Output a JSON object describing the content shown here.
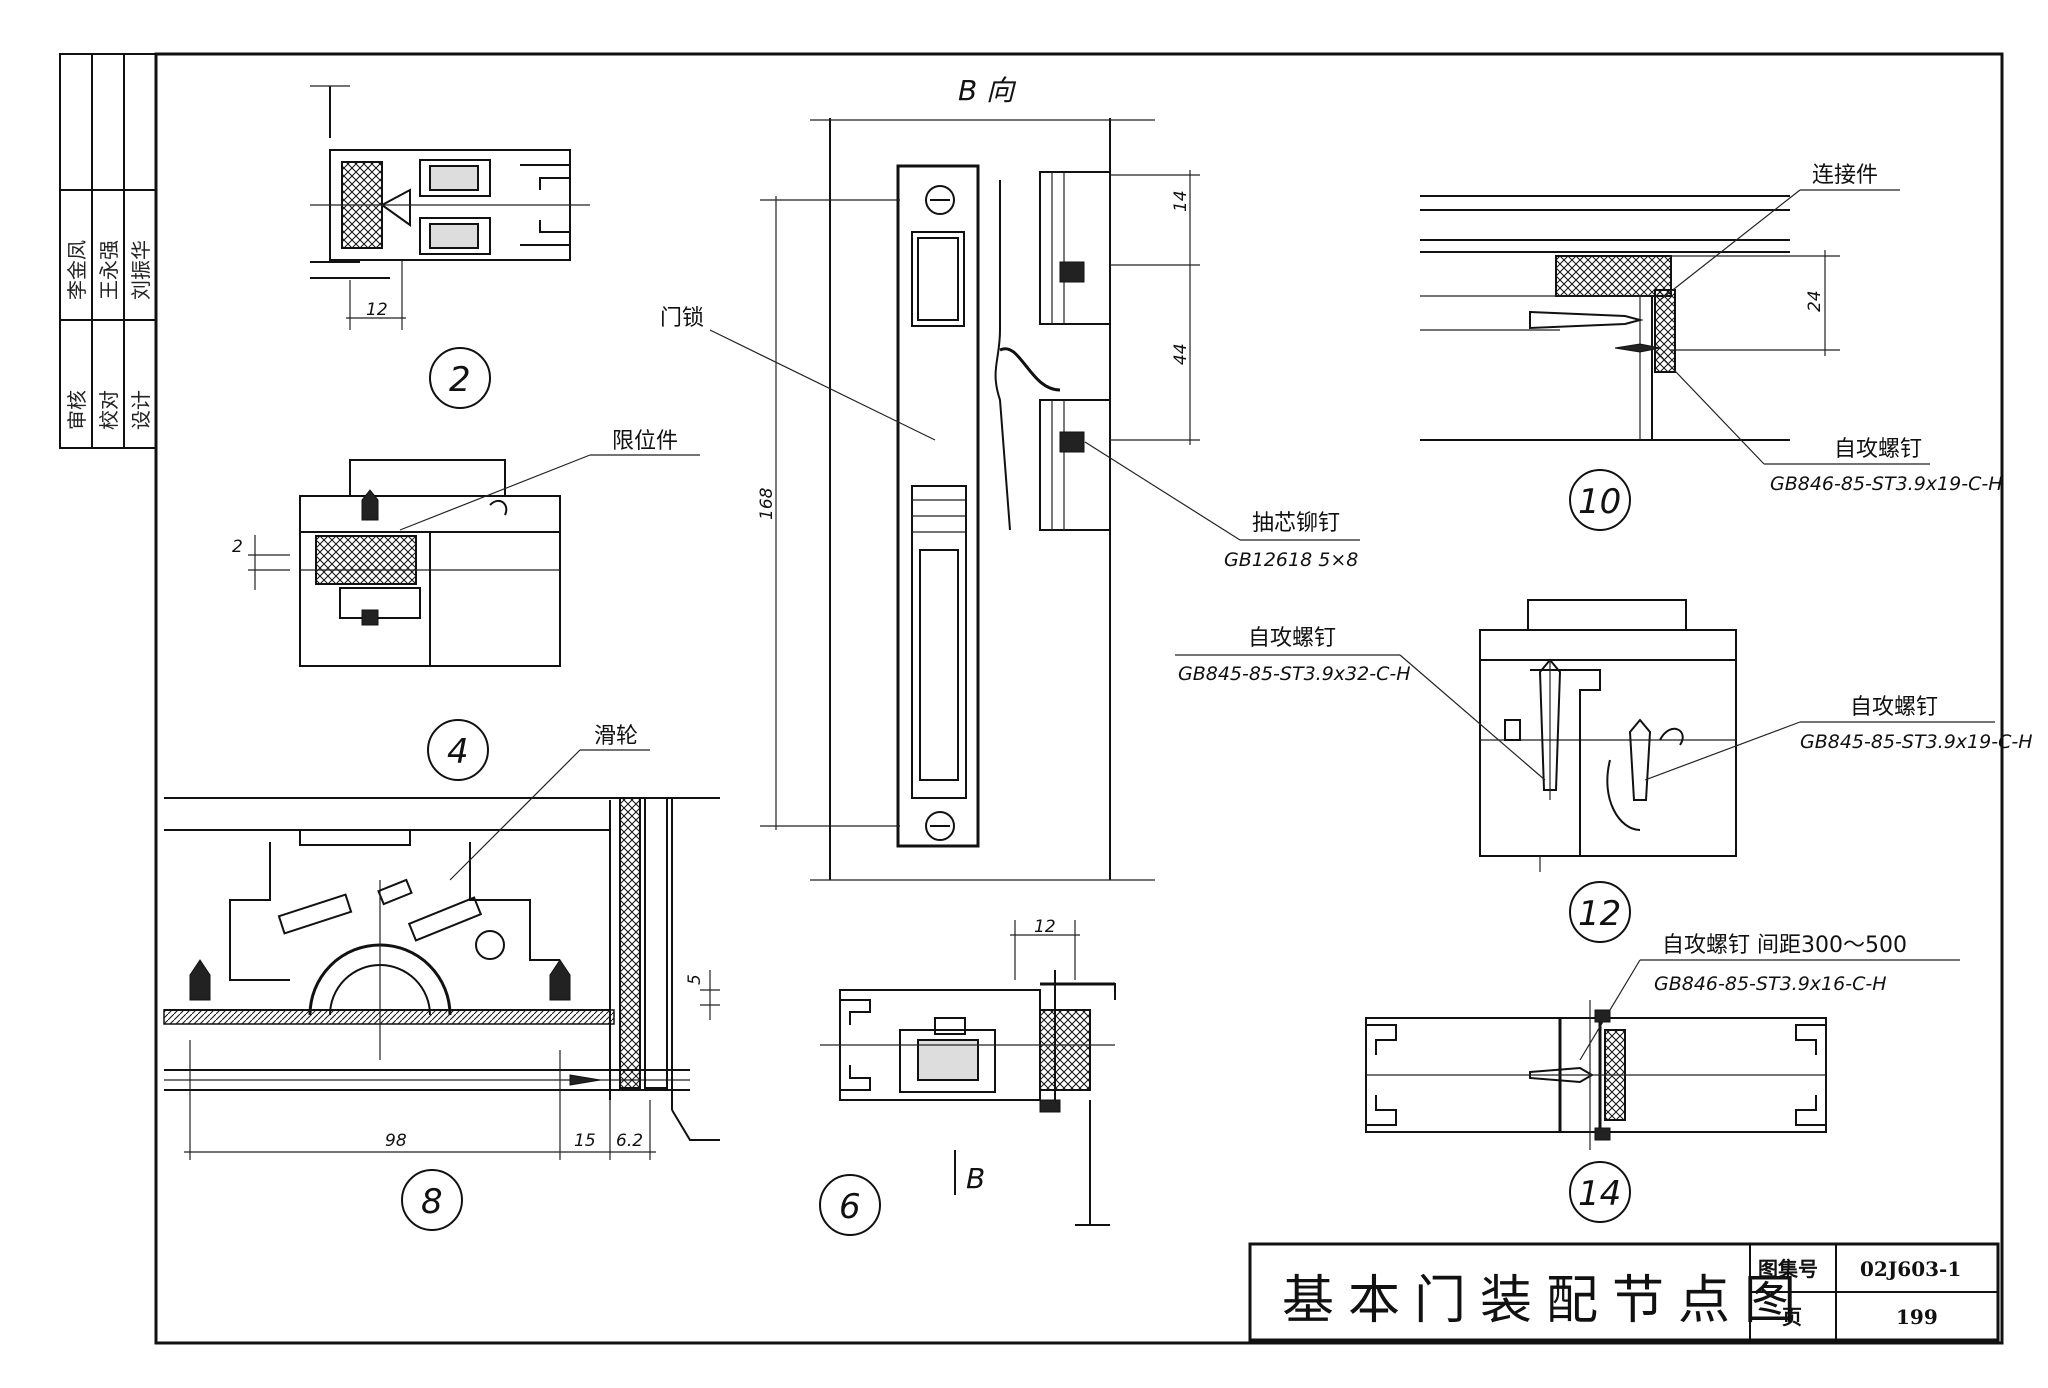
{
  "title_block": {
    "drawing_title": "基本门装配节点图",
    "atlas_no_label": "图集号",
    "atlas_no": "02J603-1",
    "page_label": "页",
    "page_no": "199"
  },
  "side_stamp": {
    "roles": [
      "审核",
      "校对",
      "设计"
    ],
    "names": [
      "李金凤",
      "王永强",
      "刘振华"
    ]
  },
  "header": {
    "view_label": "B 向"
  },
  "callouts": [
    "2",
    "4",
    "6",
    "8",
    "10",
    "12",
    "14"
  ],
  "labels": {
    "limit_piece": "限位件",
    "pulley": "滑轮",
    "door_lock": "门锁",
    "blind_rivet": "抽芯铆钉",
    "blind_rivet_spec": "GB12618  5×8",
    "connector": "连接件",
    "screw_10": "自攻螺钉",
    "screw_10_spec": "GB846-85-ST3.9x19-C-H",
    "screw_12a": "自攻螺钉",
    "screw_12a_spec": "GB845-85-ST3.9x32-C-H",
    "screw_12b": "自攻螺钉",
    "screw_12b_spec": "GB845-85-ST3.9x19-C-H",
    "screw_14": "自攻螺钉  间距300～500",
    "screw_14_spec": "GB846-85-ST3.9x16-C-H",
    "section_mark": "B"
  },
  "dimensions": {
    "d2_width": "12",
    "d4_gap": "2",
    "d6_width": "12",
    "d8_a": "98",
    "d8_b": "15",
    "d8_c": "6.2",
    "d8_d": "5",
    "dB_total": "168",
    "dB_top": "14",
    "dB_mid": "44",
    "d10": "24"
  }
}
